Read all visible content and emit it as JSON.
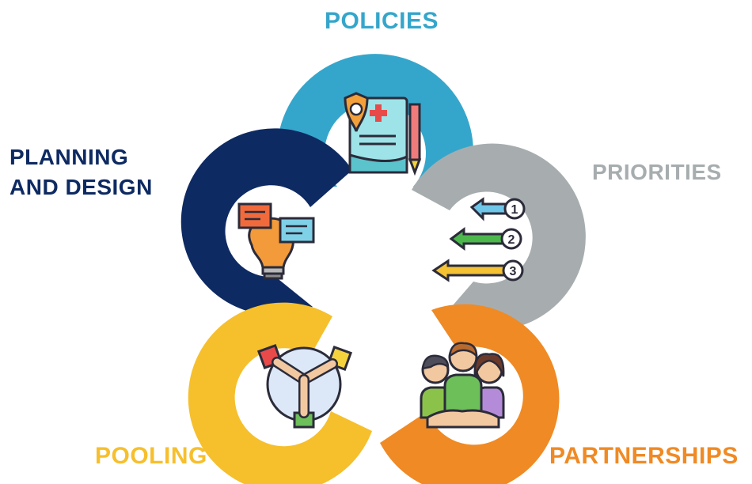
{
  "diagram": {
    "segments": [
      {
        "id": "policies",
        "label": "POLICIES",
        "color": "#35A6CB",
        "icon": "medical-document-icon"
      },
      {
        "id": "priorities",
        "label": "PRIORITIES",
        "color": "#A7ADAF",
        "icon": "ranked-arrows-icon"
      },
      {
        "id": "partnerships",
        "label": "PARTNERSHIPS",
        "color": "#F08A24",
        "icon": "team-handshake-icon"
      },
      {
        "id": "pooling",
        "label": "POOLING",
        "color": "#F6BF2C",
        "icon": "joined-hands-icon"
      },
      {
        "id": "planning",
        "label_line1": "PLANNING",
        "label_line2": "AND DESIGN",
        "color": "#0E2A62",
        "icon": "lightbulb-ideas-icon"
      }
    ],
    "priority_numbers": [
      "1",
      "2",
      "3"
    ]
  }
}
